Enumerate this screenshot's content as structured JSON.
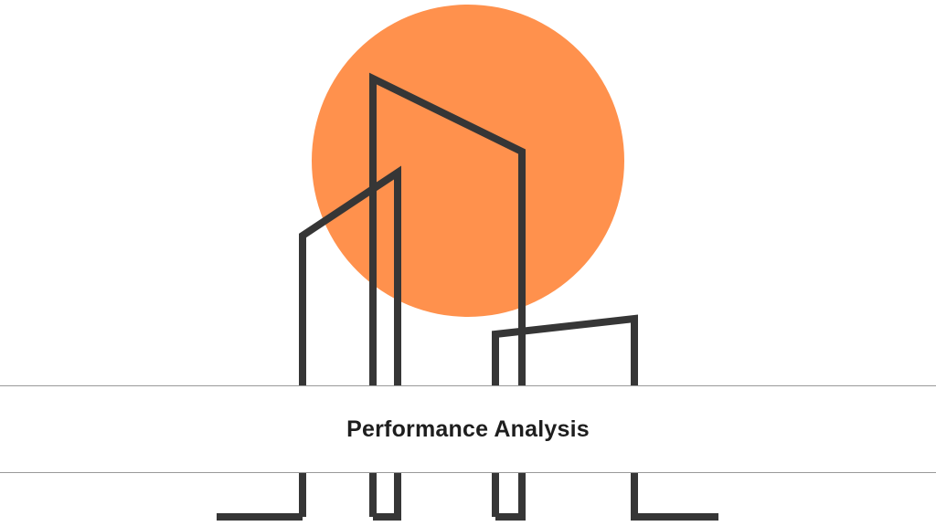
{
  "title": "Performance Analysis",
  "colors": {
    "sun": "#FF914D",
    "outline": "#363636",
    "band_border": "#9a9a9a",
    "text": "#1e1e1e"
  },
  "icons": [
    "sun-circle",
    "city-skyline-outline"
  ]
}
